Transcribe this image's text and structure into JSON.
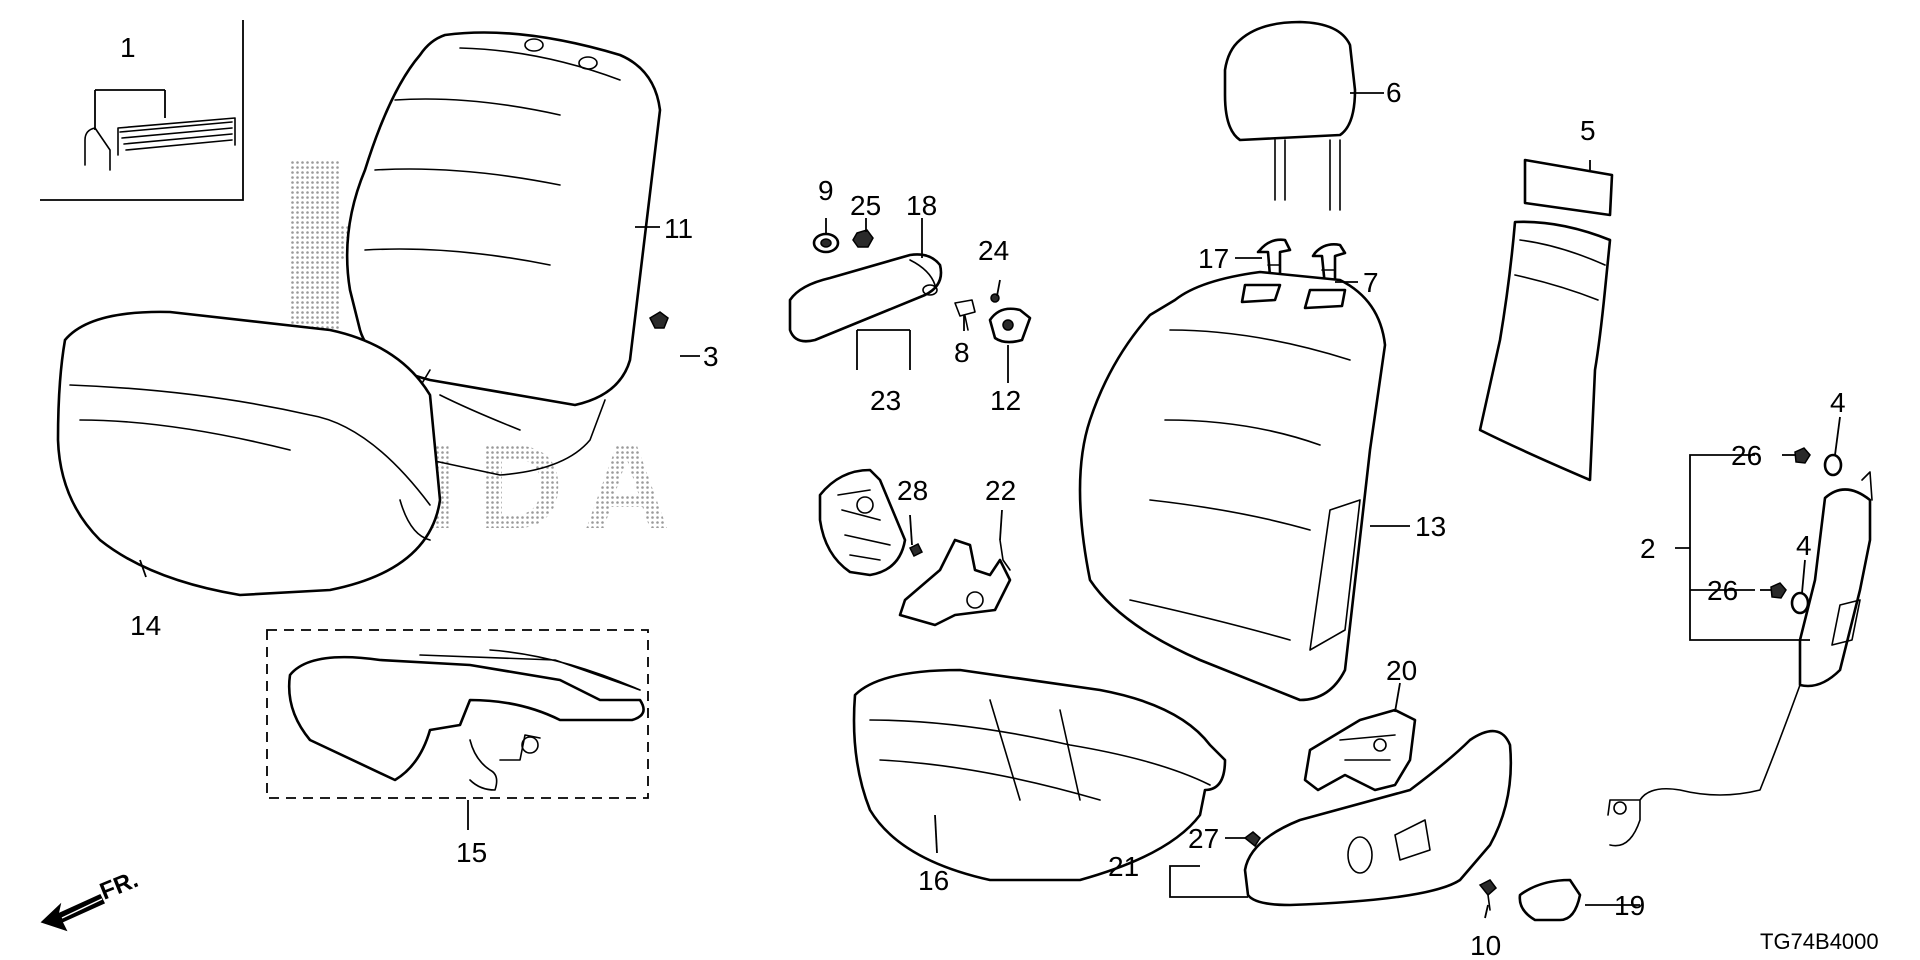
{
  "diagram": {
    "reference_code": "TG74B4000",
    "direction_label": "FR.",
    "watermark_text": "HONDA",
    "callouts": {
      "c1": "1",
      "c2": "2",
      "c3": "3",
      "c4a": "4",
      "c4b": "4",
      "c5": "5",
      "c6": "6",
      "c7": "7",
      "c8": "8",
      "c9": "9",
      "c10": "10",
      "c11": "11",
      "c12": "12",
      "c13": "13",
      "c14": "14",
      "c15": "15",
      "c16": "16",
      "c17": "17",
      "c18": "18",
      "c19": "19",
      "c20": "20",
      "c21": "21",
      "c22": "22",
      "c23": "23",
      "c24": "24",
      "c25": "25",
      "c26a": "26",
      "c26b": "26",
      "c27": "27",
      "c28": "28"
    }
  }
}
